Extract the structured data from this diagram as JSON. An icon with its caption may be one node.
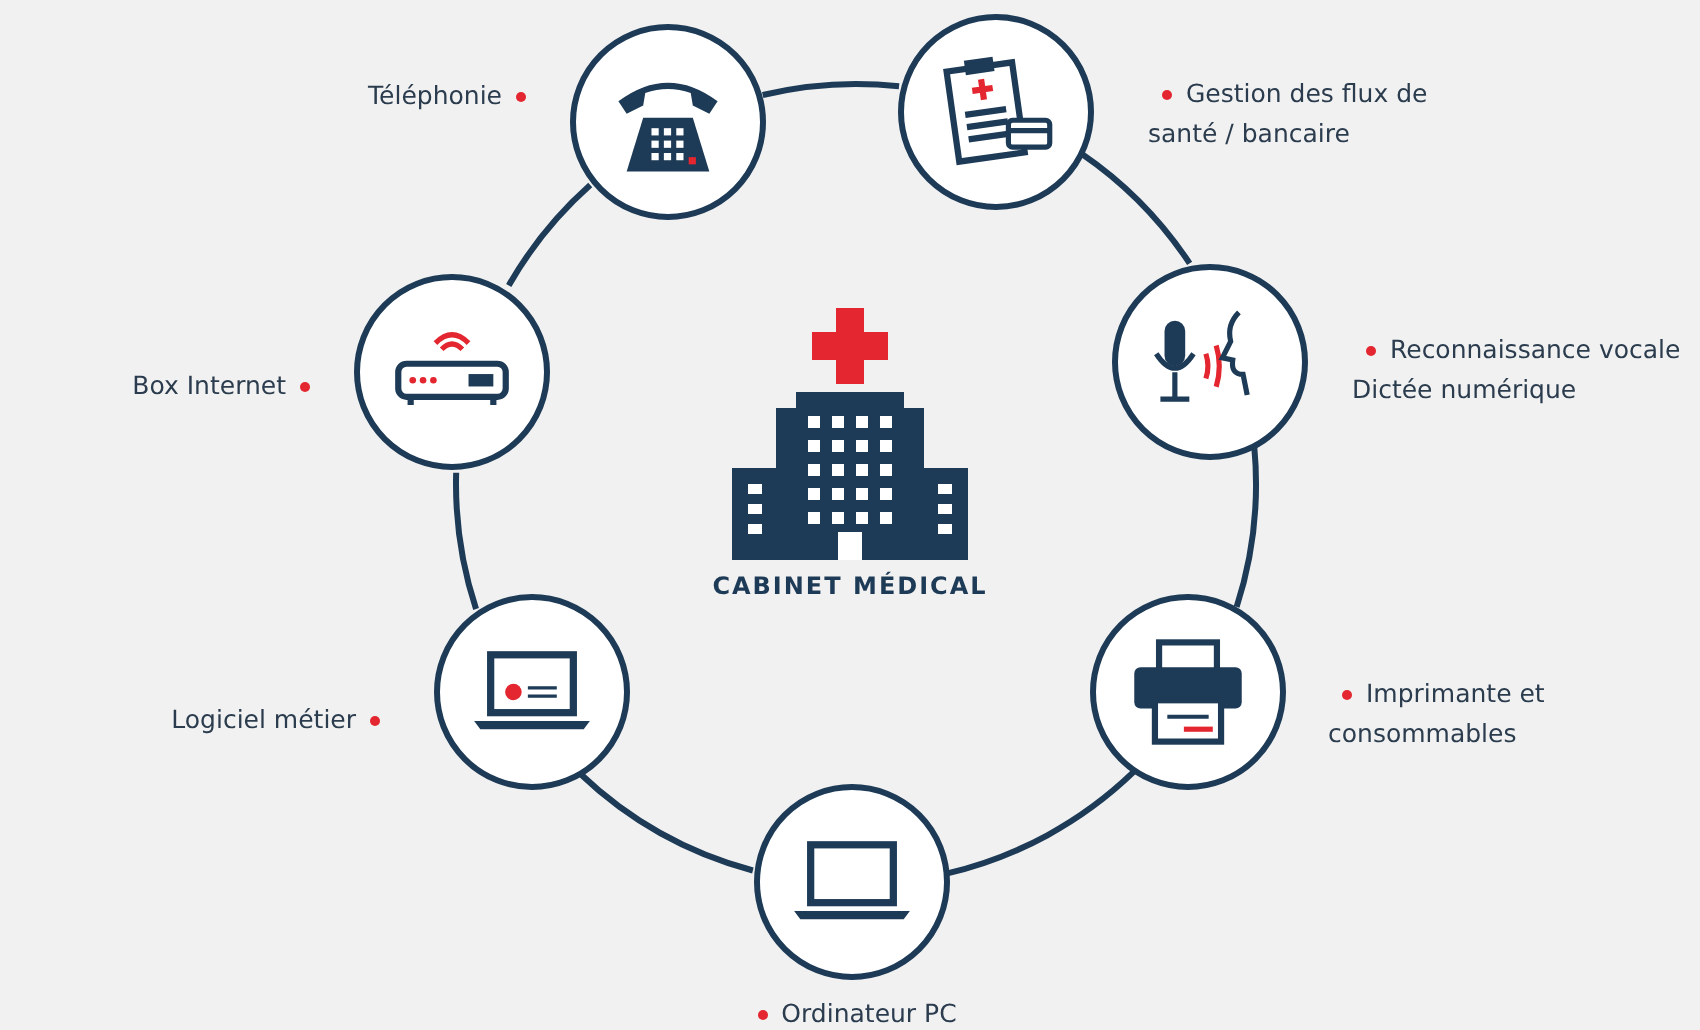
{
  "diagram": {
    "nodes": [
      {
        "text": [],
        "shape": "circle",
        "beside": [
          "Téléphonie"
        ]
      },
      {
        "text": [],
        "shape": "circle",
        "beside": [
          "Gestion des flux de santé / bancaire"
        ]
      },
      {
        "text": [],
        "shape": "circle",
        "beside": [
          "Reconnaissance vocale Dictée numérique"
        ]
      },
      {
        "text": [],
        "shape": "circle",
        "beside": [
          "Imprimante et consommables"
        ]
      },
      {
        "text": [],
        "shape": "circle",
        "beside": [
          "Ordinateur PC"
        ]
      },
      {
        "text": [],
        "shape": "circle",
        "beside": [
          "Logiciel métier"
        ]
      },
      {
        "text": [],
        "shape": "circle",
        "beside": [
          "Box Internet"
        ]
      },
      {
        "text": [
          "CABINET MÉDICAL"
        ]
      }
    ],
    "edges": [
      {
        "from": 0,
        "to": 1,
        "arrow": "none"
      },
      {
        "from": 1,
        "to": 2,
        "arrow": "none"
      },
      {
        "from": 2,
        "to": 3,
        "arrow": "none"
      },
      {
        "from": 3,
        "to": 4,
        "arrow": "none"
      },
      {
        "from": 4,
        "to": 5,
        "arrow": "none"
      },
      {
        "from": 5,
        "to": 6,
        "arrow": "none"
      },
      {
        "from": 6,
        "to": 0,
        "arrow": "none"
      }
    ]
  }
}
